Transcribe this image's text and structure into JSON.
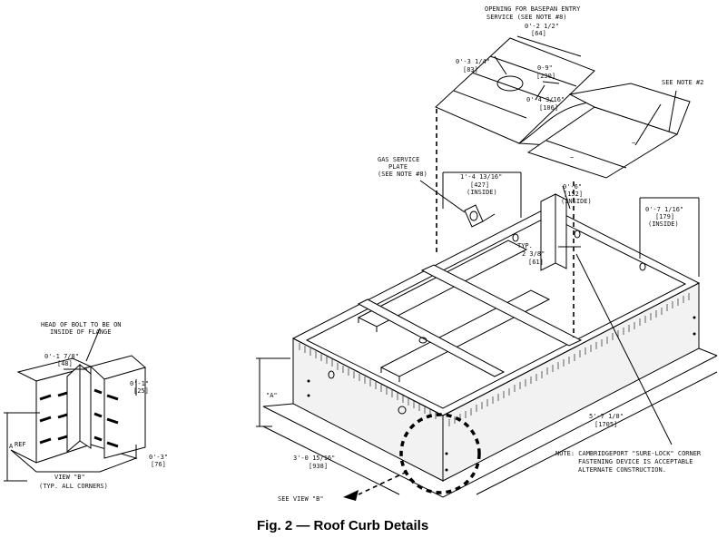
{
  "caption": "Fig. 2 — Roof Curb Details",
  "labels": {
    "opening_1": "OPENING FOR BASEPAN ENTRY",
    "opening_2": "SERVICE (SEE NOTE #8)",
    "dim_2_5": "0'-2 1/2\"",
    "dim_2_5_mm": "[64]",
    "dim_3_25": "0'-3 1/4\"",
    "dim_3_25_mm": "[83]",
    "dim_9": "0-9\"",
    "dim_9_mm": "[230]",
    "dim_4_3": "0'-4 3/16\"",
    "dim_4_3_mm": "[106]",
    "see_note2": "SEE NOTE #2",
    "gas_1": "GAS SERVICE",
    "gas_2": "PLATE",
    "gas_3": "(SEE NOTE #8)",
    "dim_1_4": "1'-4 13/16\"",
    "dim_1_4_mm": "[427]",
    "dim_1_4_in": "(INSIDE)",
    "dim_6": "0'-6\"",
    "dim_6_mm": "[152]",
    "dim_6_in": "(INSIDE)",
    "dim_7": "0'-7 1/16\"",
    "dim_7_mm": "[179]",
    "dim_7_in": "(INSIDE)",
    "typ": "TYP.",
    "dim_2_3": "2 3/8\"",
    "dim_2_3_mm": "[61]",
    "dim_a": "\"A\"",
    "dim_5_7": "5'-7 1/8\"",
    "dim_5_7_mm": "[1705]",
    "dim_3_0": "3'-0 15/16\"",
    "dim_3_0_mm": "[938]",
    "see_view_b": "SEE VIEW \"B\"",
    "note_1": "NOTE: CAMBRIDGEPORT \"SURE-LOCK\" CORNER",
    "note_2": "FASTENING DEVICE IS ACCEPTABLE",
    "note_3": "ALTERNATE CONSTRUCTION.",
    "bolt_1": "HEAD OF BOLT TO BE ON",
    "bolt_2": "INSIDE OF FLANGE",
    "dim_1_7": "0'-1 7/8\"",
    "dim_1_7_mm": "[48]",
    "dim_1": "0'-1\"",
    "dim_1_mm": "[25]",
    "dim_3": "0'-3\"",
    "dim_3_mm": "[76]",
    "a_ref_a": "A",
    "a_ref_ref": "REF",
    "view_b": "VIEW \"B\"",
    "typ_corners": "(TYP. ALL CORNERS)"
  }
}
